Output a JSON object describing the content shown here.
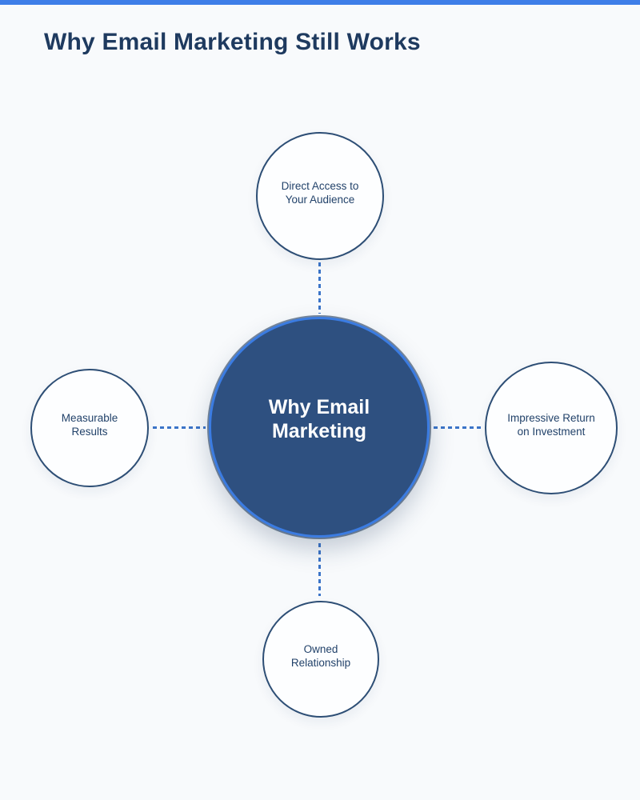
{
  "page": {
    "title": "Why Email Marketing Still Works"
  },
  "colors": {
    "background": "#f8fafc",
    "accent_bar": "#3e7ee8",
    "title_text": "#1e3a5f",
    "center_fill": "#2e5080",
    "center_ring": "#3b7ce2",
    "center_text": "#ffffff",
    "node_fill": "#fdfeff",
    "node_border": "#2d4e75",
    "node_text": "#22426a",
    "connector": "#3b74c8"
  },
  "diagram": {
    "type": "radial-mind-map",
    "center_node": {
      "line1": "Why Email",
      "line2": "Marketing"
    },
    "nodes": [
      {
        "position": "top",
        "line1": "Direct Access to",
        "line2": "Your Audience"
      },
      {
        "position": "right",
        "line1": "Impressive Return",
        "line2": "on Investment"
      },
      {
        "position": "bottom",
        "line1": "Owned",
        "line2": "Relationship"
      },
      {
        "position": "left",
        "line1": "Measurable",
        "line2": "Results"
      }
    ]
  }
}
